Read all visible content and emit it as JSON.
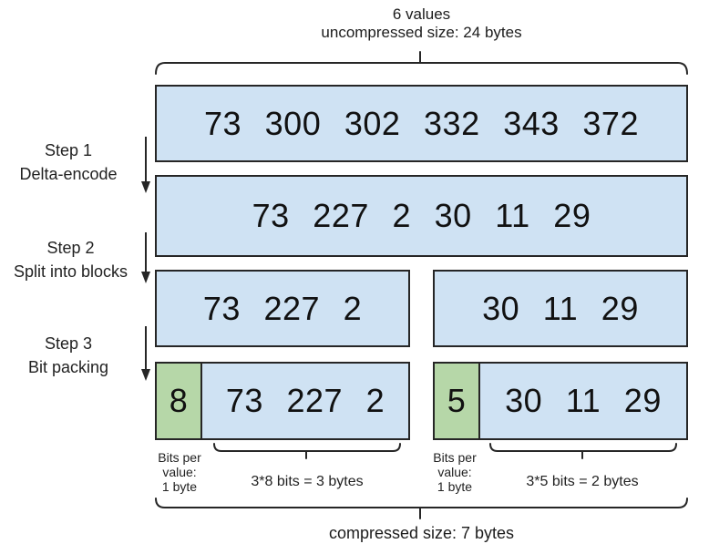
{
  "header": {
    "count_label": "6 values",
    "size_label": "uncompressed size: 24 bytes"
  },
  "steps": [
    {
      "title": "Step 1",
      "subtitle": "Delta-encode"
    },
    {
      "title": "Step 2",
      "subtitle": "Split into blocks"
    },
    {
      "title": "Step 3",
      "subtitle": "Bit packing"
    }
  ],
  "boxes": {
    "original_values": "73 300 302 332 343 372",
    "delta_values": "73 227 2 30 11 29",
    "block_left": "73 227 2",
    "block_right": "30 11 29",
    "packed_left": {
      "bits_per_value": "8",
      "values": "73 227 2"
    },
    "packed_right": {
      "bits_per_value": "5",
      "values": "30 11 29"
    }
  },
  "footnotes": {
    "bits_left": "Bits per\nvalue:\n1 byte",
    "bits_right": "Bits per\nvalue:\n1 byte",
    "bytes_left": "3*8 bits = 3 bytes",
    "bytes_right": "3*5 bits = 2 bytes"
  },
  "footer": {
    "size_label": "compressed size: 7 bytes"
  },
  "colors": {
    "box_fill": "#cfe2f3",
    "tag_fill": "#b6d7a8",
    "line": "#262626"
  }
}
